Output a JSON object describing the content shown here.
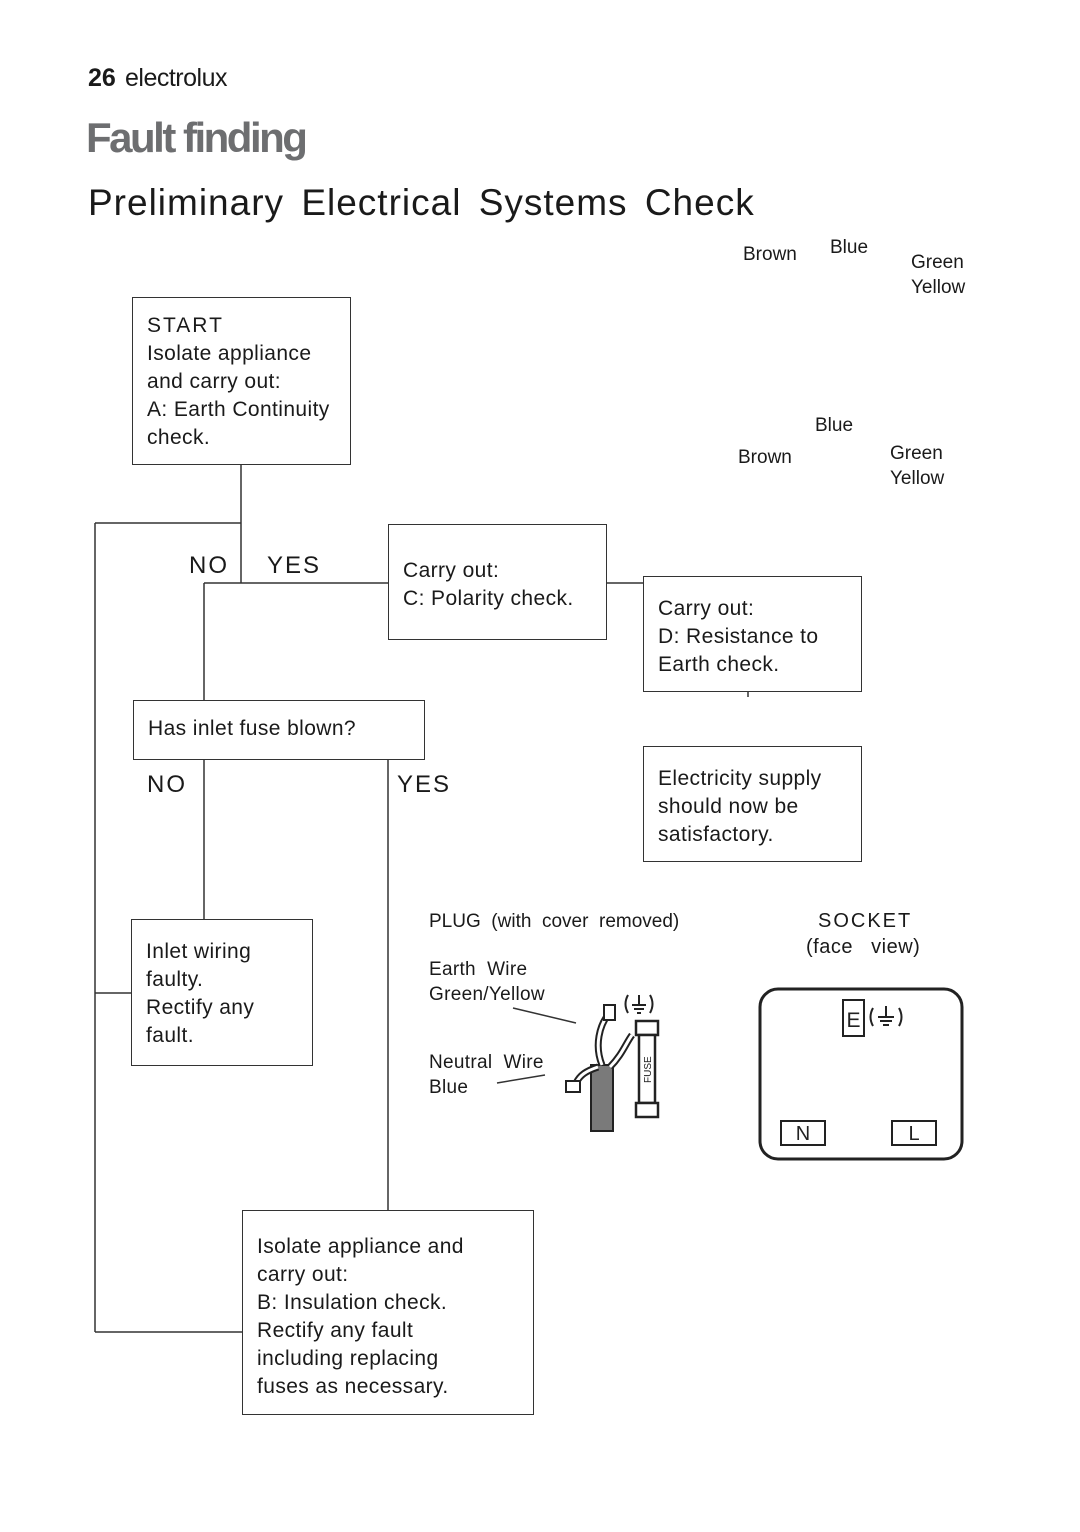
{
  "header": {
    "page_number": "26",
    "brand": "electrolux"
  },
  "title": "Fault finding",
  "subtitle": "Preliminary Electrical Systems Check",
  "wire_labels_top": {
    "brown": "Brown",
    "blue": "Blue",
    "green": "Green",
    "yellow": "Yellow"
  },
  "wire_labels_mid": {
    "brown": "Brown",
    "blue": "Blue",
    "green": "Green",
    "yellow": "Yellow"
  },
  "flow": {
    "start": {
      "line1": "START",
      "line2": "Isolate appliance",
      "line3": "and carry out:",
      "line4_key": "A:",
      "line4_text": " Earth Continuity",
      "line5": "check."
    },
    "no1": "NO",
    "yes1": "YES",
    "polarity": {
      "line1": "Carry out:",
      "line2_key": "C:",
      "line2_text": " Polarity check."
    },
    "resistance": {
      "line1": "Carry out:",
      "line2_key": "D:",
      "line2_text": " Resistance to",
      "line3": "Earth check."
    },
    "fuse_question": "Has inlet fuse blown?",
    "no2": "NO",
    "yes2": "YES",
    "supply": {
      "line1": "Electricity supply",
      "line2": "should now be",
      "line3": "satisfactory."
    },
    "inlet": {
      "line1": "Inlet wiring",
      "line2": "faulty.",
      "line3": "Rectify any",
      "line4": "fault."
    },
    "insulation": {
      "line1": "Isolate appliance and",
      "line2": "carry out:",
      "line3_key": "B:",
      "line3_text": " Insulation check.",
      "line4": "Rectify any fault",
      "line5": "including replacing",
      "line6": "fuses as necessary."
    }
  },
  "plug": {
    "title": "PLUG  (with  cover  removed)",
    "earth_line1": "Earth  Wire",
    "earth_line2": "Green/Yellow",
    "neutral_line1": "Neutral  Wire",
    "neutral_line2": "Blue",
    "fuse_label": "FUSE"
  },
  "socket": {
    "title": "SOCKET",
    "subtitle": "(face   view)",
    "earth": "E",
    "neutral": "N",
    "live": "L"
  }
}
